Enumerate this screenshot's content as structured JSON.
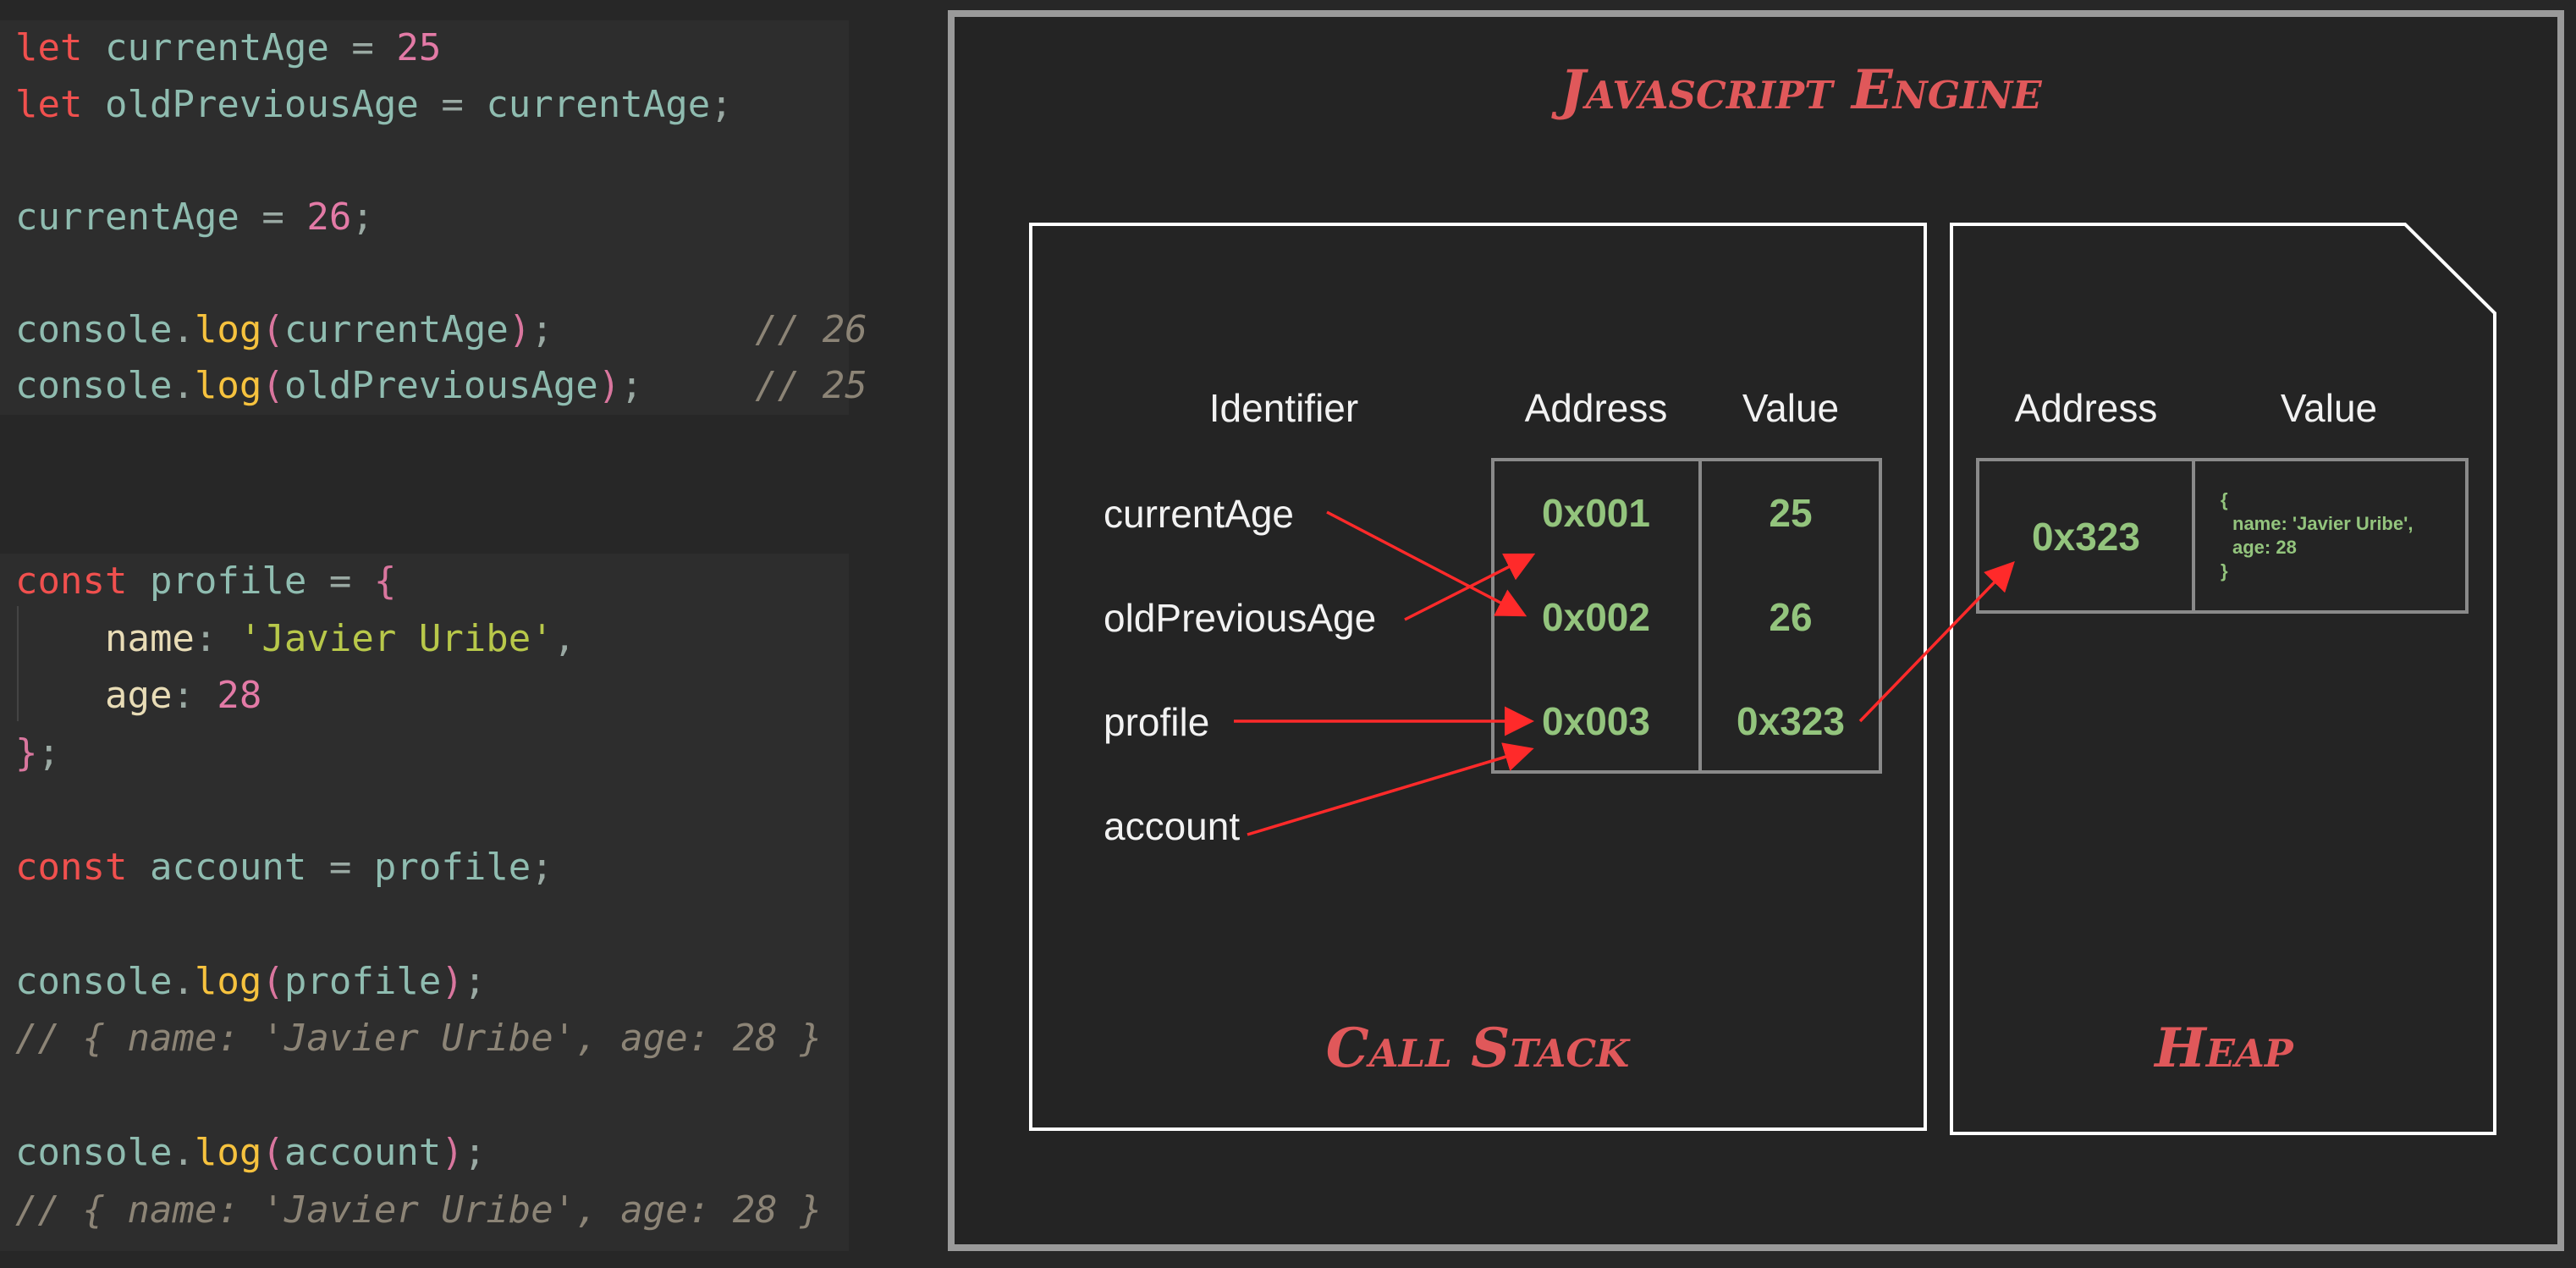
{
  "code_block_1": {
    "lines": [
      [
        {
          "t": "let",
          "c": "kw"
        },
        {
          "t": " currentAge ",
          "c": "id"
        },
        {
          "t": "=",
          "c": "punc"
        },
        {
          "t": " ",
          "c": "id"
        },
        {
          "t": "25",
          "c": "num"
        }
      ],
      [
        {
          "t": "let",
          "c": "kw"
        },
        {
          "t": " oldPreviousAge ",
          "c": "id"
        },
        {
          "t": "=",
          "c": "punc"
        },
        {
          "t": " currentAge",
          "c": "id"
        },
        {
          "t": ";",
          "c": "punc"
        }
      ],
      [],
      [
        {
          "t": "currentAge ",
          "c": "id"
        },
        {
          "t": "=",
          "c": "punc"
        },
        {
          "t": " ",
          "c": "id"
        },
        {
          "t": "26",
          "c": "num"
        },
        {
          "t": ";",
          "c": "punc"
        }
      ],
      [],
      [
        {
          "t": "console",
          "c": "id"
        },
        {
          "t": ".",
          "c": "punc"
        },
        {
          "t": "log",
          "c": "fn"
        },
        {
          "t": "(",
          "c": "paren"
        },
        {
          "t": "currentAge",
          "c": "id"
        },
        {
          "t": ")",
          "c": "paren"
        },
        {
          "t": ";",
          "c": "punc"
        },
        {
          "t": "         // 26",
          "c": "cm"
        }
      ],
      [
        {
          "t": "console",
          "c": "id"
        },
        {
          "t": ".",
          "c": "punc"
        },
        {
          "t": "log",
          "c": "fn"
        },
        {
          "t": "(",
          "c": "paren"
        },
        {
          "t": "oldPreviousAge",
          "c": "id"
        },
        {
          "t": ")",
          "c": "paren"
        },
        {
          "t": ";",
          "c": "punc"
        },
        {
          "t": "     // 25",
          "c": "cm"
        }
      ]
    ]
  },
  "code_block_2": {
    "lines": [
      [
        {
          "t": "const",
          "c": "kw"
        },
        {
          "t": " profile ",
          "c": "id"
        },
        {
          "t": "=",
          "c": "punc"
        },
        {
          "t": " ",
          "c": "id"
        },
        {
          "t": "{",
          "c": "brace"
        }
      ],
      [
        {
          "t": "    name",
          "c": "prop"
        },
        {
          "t": ": ",
          "c": "punc"
        },
        {
          "t": "'Javier Uribe'",
          "c": "str"
        },
        {
          "t": ",",
          "c": "punc"
        }
      ],
      [
        {
          "t": "    age",
          "c": "prop"
        },
        {
          "t": ": ",
          "c": "punc"
        },
        {
          "t": "28",
          "c": "num"
        }
      ],
      [
        {
          "t": "}",
          "c": "brace"
        },
        {
          "t": ";",
          "c": "punc"
        }
      ],
      [],
      [
        {
          "t": "const",
          "c": "kw"
        },
        {
          "t": " account ",
          "c": "id"
        },
        {
          "t": "=",
          "c": "punc"
        },
        {
          "t": " profile",
          "c": "id"
        },
        {
          "t": ";",
          "c": "punc"
        }
      ],
      [],
      [
        {
          "t": "console",
          "c": "id"
        },
        {
          "t": ".",
          "c": "punc"
        },
        {
          "t": "log",
          "c": "fn"
        },
        {
          "t": "(",
          "c": "paren"
        },
        {
          "t": "profile",
          "c": "id"
        },
        {
          "t": ")",
          "c": "paren"
        },
        {
          "t": ";",
          "c": "punc"
        }
      ],
      [
        {
          "t": "// { name: 'Javier Uribe', age: 28 }",
          "c": "cm"
        }
      ],
      [],
      [
        {
          "t": "console",
          "c": "id"
        },
        {
          "t": ".",
          "c": "punc"
        },
        {
          "t": "log",
          "c": "fn"
        },
        {
          "t": "(",
          "c": "paren"
        },
        {
          "t": "account",
          "c": "id"
        },
        {
          "t": ")",
          "c": "paren"
        },
        {
          "t": ";",
          "c": "punc"
        }
      ],
      [
        {
          "t": "// { name: 'Javier Uribe', age: 28 }",
          "c": "cm"
        }
      ]
    ]
  },
  "engine": {
    "title": "Javascript Engine",
    "call_stack": {
      "title": "Call Stack",
      "headers": {
        "identifier": "Identifier",
        "address": "Address",
        "value": "Value"
      },
      "identifiers": [
        "currentAge",
        "oldPreviousAge",
        "profile",
        "account"
      ],
      "rows": [
        {
          "address": "0x001",
          "value": "25"
        },
        {
          "address": "0x002",
          "value": "26"
        },
        {
          "address": "0x003",
          "value": "0x323"
        }
      ]
    },
    "heap": {
      "title": "Heap",
      "headers": {
        "address": "Address",
        "value": "Value"
      },
      "address": "0x323",
      "object_lines": [
        "{",
        "name: 'Javier Uribe',",
        "age: 28",
        "}"
      ]
    }
  },
  "colors": {
    "background": "#272727",
    "code_background": "#2d2d2d",
    "title_red": "#e0585a",
    "value_green": "#93c47d",
    "arrow_red": "#ff2a2a"
  }
}
